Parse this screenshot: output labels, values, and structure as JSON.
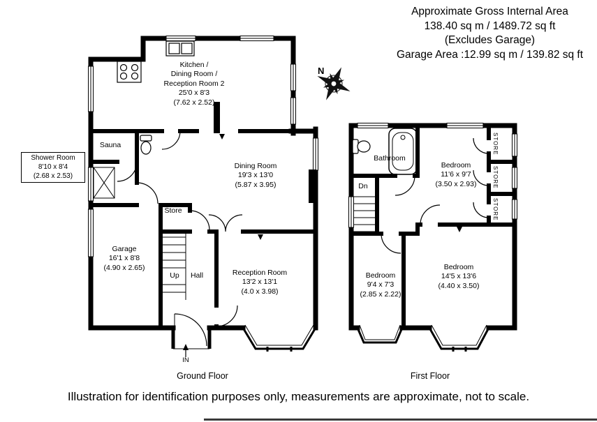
{
  "header": {
    "line1": "Approximate Gross Internal Area",
    "line2": "138.40 sq m / 1489.72 sq ft",
    "line3": "(Excludes Garage)",
    "line4": "Garage Area :12.99 sq m / 139.82 sq ft"
  },
  "compass": {
    "north": "N"
  },
  "ground_floor": {
    "caption": "Ground Floor",
    "rooms": {
      "kitchen": "Kitchen /\nDining Room /\nReception Room 2\n25'0 x 8'3\n(7.62 x 2.52)",
      "sauna": "Sauna",
      "shower_room": "Shower Room\n8'10 x 8'4\n(2.68 x 2.53)",
      "dining_room": "Dining Room\n19'3 x 13'0\n(5.87 x 3.95)",
      "store": "Store",
      "garage": "Garage\n16'1 x 8'8\n(4.90 x 2.65)",
      "up": "Up",
      "hall": "Hall",
      "reception_room": "Reception Room\n13'2 x 13'1\n(4.0 x 3.98)",
      "entrance": "IN"
    }
  },
  "first_floor": {
    "caption": "First Floor",
    "rooms": {
      "bathroom": "Bathroom",
      "bedroom_rear": "Bedroom\n11'6 x 9'7\n(3.50 x 2.93)",
      "store": "STORE",
      "down": "Dn",
      "bedroom_small": "Bedroom\n9'4 x 7'3\n(2.85 x 2.22)",
      "bedroom_front": "Bedroom\n14'5 x 13'6\n(4.40 x 3.50)"
    }
  },
  "footer": "Illustration for identification purposes only, measurements are approximate, not to scale."
}
